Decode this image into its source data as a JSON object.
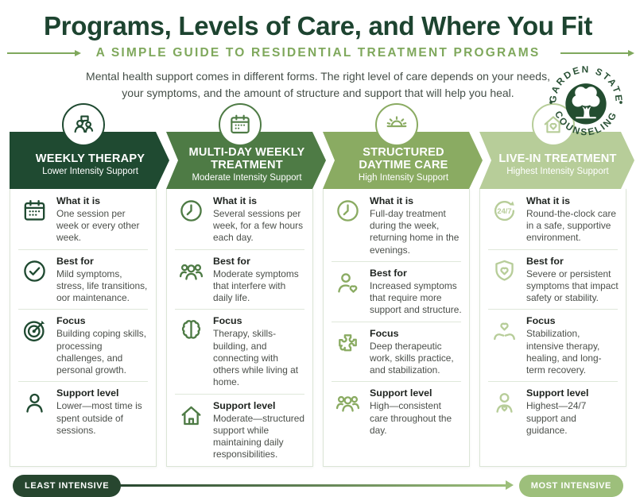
{
  "header": {
    "title": "Programs, Levels of Care, and Where You Fit",
    "subtitle": "A SIMPLE GUIDE TO RESIDENTIAL TREATMENT PROGRAMS",
    "intro_line_1": "Mental health support comes in different forms. The right level of care depends on your needs,",
    "intro_line_2": "your symptoms, and the amount of structure and support that will help you heal."
  },
  "logo": {
    "arc_top": "GARDEN STATE",
    "arc_bottom": "COUNSELING",
    "center_icon": "oak-tree-icon"
  },
  "colors": {
    "column_1": "#1f4a31",
    "column_2": "#4e7b45",
    "column_3": "#8aab62",
    "column_4": "#b7cd99",
    "accent_green": "#7fa85c",
    "title_green": "#1d4430"
  },
  "columns": [
    {
      "title": "WEEKLY THERAPY",
      "subtitle": "Lower Intensity Support",
      "header_icon": "people-chat-icon",
      "sections": [
        {
          "icon": "calendar-icon",
          "heading": "What it is",
          "text": "One session per week or every other week."
        },
        {
          "icon": "check-circle-icon",
          "heading": "Best for",
          "text": "Mild symptoms, stress, life transitions, oor maintenance."
        },
        {
          "icon": "target-icon",
          "heading": "Focus",
          "text": "Building coping skills, processing challenges, and personal growth."
        },
        {
          "icon": "person-icon",
          "heading": "Support level",
          "text": "Lower—most time is spent outside of sessions."
        }
      ]
    },
    {
      "title": "MULTI-DAY WEEKLY TREATMENT",
      "subtitle": "Moderate Intensity Support",
      "header_icon": "calendar-icon",
      "sections": [
        {
          "icon": "clock-icon",
          "heading": "What it is",
          "text": "Several sessions per week, for a few hours each day."
        },
        {
          "icon": "people-group-icon",
          "heading": "Best for",
          "text": "Moderate symptoms that interfere with daily life."
        },
        {
          "icon": "brain-icon",
          "heading": "Focus",
          "text": "Therapy, skills-building, and connecting with others while living at home."
        },
        {
          "icon": "house-icon",
          "heading": "Support level",
          "text": "Moderate—structured support while maintaining daily responsibilities."
        }
      ]
    },
    {
      "title": "STRUCTURED DAYTIME CARE",
      "subtitle": "High Intensity Support",
      "header_icon": "sunrise-icon",
      "sections": [
        {
          "icon": "clock-icon",
          "heading": "What it is",
          "text": "Full-day treatment during the week, returning home in the evenings."
        },
        {
          "icon": "person-heart-icon",
          "heading": "Best for",
          "text": "Increased symptoms that require more support and structure."
        },
        {
          "icon": "puzzle-icon",
          "heading": "Focus",
          "text": "Deep therapeutic work, skills practice, and stabilization."
        },
        {
          "icon": "people-group-icon",
          "heading": "Support level",
          "text": "High—consistent care throughout the day."
        }
      ]
    },
    {
      "title": "LIVE-IN TREATMENT",
      "subtitle": "Highest Intensity Support",
      "header_icon": "house-heart-icon",
      "sections": [
        {
          "icon": "badge-247-icon",
          "badge": "24/7",
          "heading": "What it is",
          "text": "Round-the-clock care in a safe, supportive environment."
        },
        {
          "icon": "shield-heart-icon",
          "heading": "Best for",
          "text": "Severe or persistent symptoms that impact safety or stability."
        },
        {
          "icon": "hands-heart-icon",
          "heading": "Focus",
          "text": "Stabilization, intensive therapy, healing, and long-term recovery."
        },
        {
          "icon": "person-heart-icon",
          "heading": "Support level",
          "text": "Highest—24/7 support and guidance."
        }
      ]
    }
  ],
  "footer": {
    "left_label": "LEAST INTENSIVE",
    "right_label": "MOST INTENSIVE"
  }
}
